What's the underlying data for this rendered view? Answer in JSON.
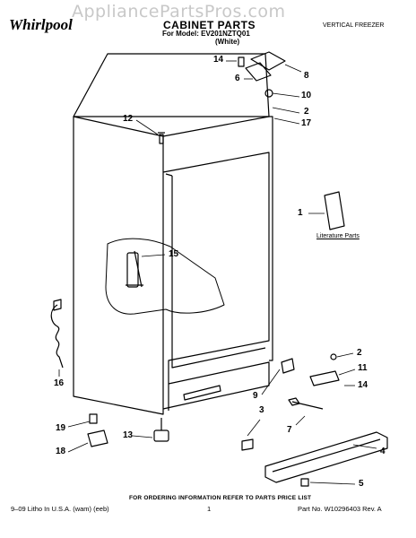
{
  "header": {
    "watermark": "AppliancePartsPros.com",
    "brand": "Whirlpool",
    "title": "CABINET PARTS",
    "model": "For Model: EV201NZTQ01",
    "color": "(White)",
    "category": "VERTICAL FREEZER"
  },
  "literature_label": "Literature Parts",
  "callouts": [
    "14",
    "6",
    "8",
    "10",
    "2",
    "17",
    "12",
    "1",
    "15",
    "16",
    "2",
    "11",
    "14",
    "9",
    "3",
    "7",
    "4",
    "19",
    "13",
    "18",
    "5"
  ],
  "footer": {
    "order_note": "FOR ORDERING INFORMATION REFER TO PARTS PRICE LIST",
    "left": "9–09 Litho In U.S.A. (wam) (eeb)",
    "page": "1",
    "right": "Part No. W10296403 Rev. A"
  }
}
